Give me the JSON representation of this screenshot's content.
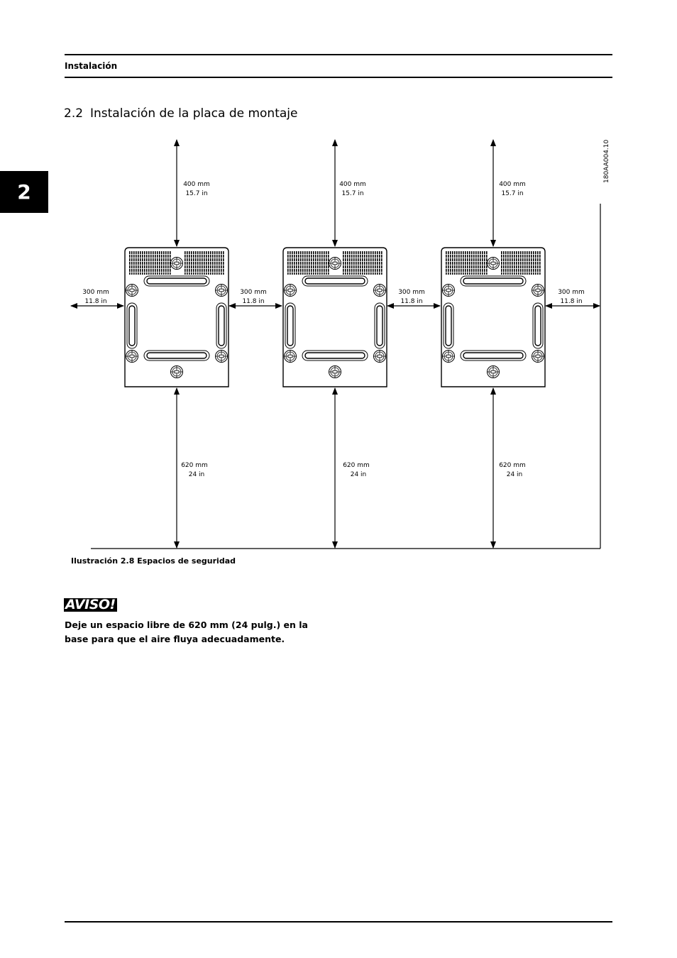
{
  "header": {
    "running_title": "Instalación"
  },
  "chapter_tab": {
    "number": "2"
  },
  "section": {
    "number": "2.2",
    "title": "Instalación de la placa de montaje"
  },
  "figure": {
    "drawing_id": "180AA004.10",
    "units": 3,
    "top_clearance": {
      "mm": "400 mm",
      "in": "15.7 in"
    },
    "side_clearance": {
      "mm": "300 mm",
      "in": "11.8 in"
    },
    "bottom_clearance": {
      "mm": "620 mm",
      "in": "24 in"
    },
    "caption": "Ilustración 2.8 Espacios de seguridad"
  },
  "notice": {
    "label": "AVISO!",
    "text": "Deje un espacio libre de 620 mm (24 pulg.) en la base para que el aire fluya adecuadamente."
  }
}
